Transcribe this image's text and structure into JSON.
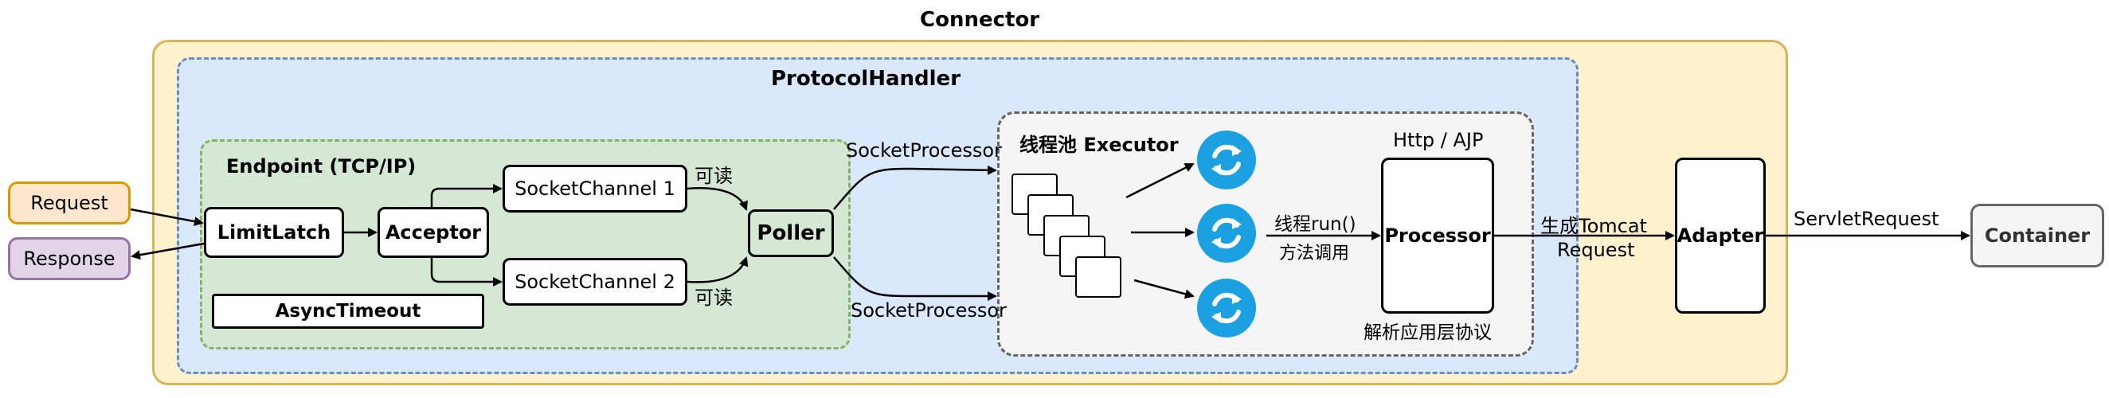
{
  "title": "Connector",
  "protocol_handler": "ProtocolHandler",
  "endpoint": {
    "title": "Endpoint (TCP/IP)",
    "limit_latch": "LimitLatch",
    "acceptor": "Acceptor",
    "socket_channel_1": "SocketChannel 1",
    "socket_channel_2": "SocketChannel 2",
    "read_label_1": "可读",
    "read_label_2": "可读",
    "poller": "Poller",
    "async_timeout": "AsyncTimeout"
  },
  "external": {
    "request": "Request",
    "response": "Response",
    "container": "Container"
  },
  "executor": {
    "title": "线程池 Executor",
    "call_label_1": "线程run()",
    "call_label_2": "方法调用"
  },
  "socket_processor_top": "SocketProcessor",
  "socket_processor_bottom": "SocketProcessor",
  "processor": {
    "protocol_label": "Http / AJP",
    "name": "Processor",
    "caption": "解析应用层协议"
  },
  "generate_label_1": "生成Tomcat",
  "generate_label_2": "Request",
  "adapter": "Adapter",
  "servlet_request": "ServletRequest",
  "icons": [
    "refresh-icon",
    "refresh-icon",
    "refresh-icon"
  ],
  "colors": {
    "connector_fill": "#fff2cc",
    "connector_border": "#d6b656",
    "protocol_fill": "#dae8fc",
    "protocol_border": "#6c8ebf",
    "endpoint_fill": "#d5e8d4",
    "endpoint_border": "#82b366",
    "executor_fill": "#f5f5f5",
    "request_fill": "#ffe6cc",
    "response_fill": "#e1d5e7",
    "icon_blue": "#1ba1e2"
  }
}
